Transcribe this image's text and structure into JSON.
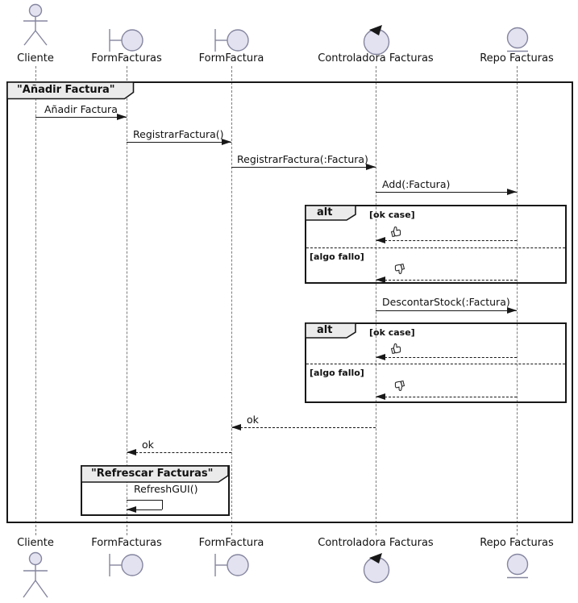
{
  "diagram_type": "uml-sequence",
  "frame": {
    "title": "\"Añadir Factura\""
  },
  "group": {
    "title": "\"Refrescar Facturas\""
  },
  "participants": [
    {
      "label": "Cliente",
      "icon": "actor"
    },
    {
      "label": "FormFacturas",
      "icon": "boundary"
    },
    {
      "label": "FormFactura",
      "icon": "boundary"
    },
    {
      "label": "Controladora Facturas",
      "icon": "control"
    },
    {
      "label": "Repo Facturas",
      "icon": "entity"
    }
  ],
  "messages": {
    "m1": {
      "label": "Añadir Factura",
      "from": "Cliente",
      "to": "FormFacturas",
      "line": "solid"
    },
    "m2": {
      "label": "RegistrarFactura()",
      "from": "FormFacturas",
      "to": "FormFactura",
      "line": "solid"
    },
    "m3": {
      "label": "RegistrarFactura(:Factura)",
      "from": "FormFactura",
      "to": "Controladora Facturas",
      "line": "solid"
    },
    "m4": {
      "label": "Add(:Factura)",
      "from": "Controladora Facturas",
      "to": "Repo Facturas",
      "line": "solid"
    },
    "m5": {
      "label": "DescontarStock(:Factura)",
      "from": "Controladora Facturas",
      "to": "Repo Facturas",
      "line": "solid"
    },
    "ok1": {
      "label": "ok",
      "from": "Controladora Facturas",
      "to": "FormFactura",
      "line": "dashed"
    },
    "ok2": {
      "label": "ok",
      "from": "FormFactura",
      "to": "FormFacturas",
      "line": "dashed"
    },
    "refresh": {
      "label": "RefreshGUI()",
      "from": "FormFacturas",
      "to": "FormFacturas",
      "line": "self"
    }
  },
  "fragments": [
    {
      "operator": "alt",
      "guards": [
        "[ok case]",
        "[algo fallo]"
      ],
      "icons": [
        "👍",
        "👎"
      ]
    },
    {
      "operator": "alt",
      "guards": [
        "[ok case]",
        "[algo fallo]"
      ],
      "icons": [
        "👍",
        "👎"
      ]
    }
  ],
  "colors": {
    "participant_fill": "#E2E2F0",
    "participant_stroke": "#8585a0",
    "line": "#181818",
    "header_fill": "#EBEBEB",
    "lifeline": "#7b7b7b"
  }
}
